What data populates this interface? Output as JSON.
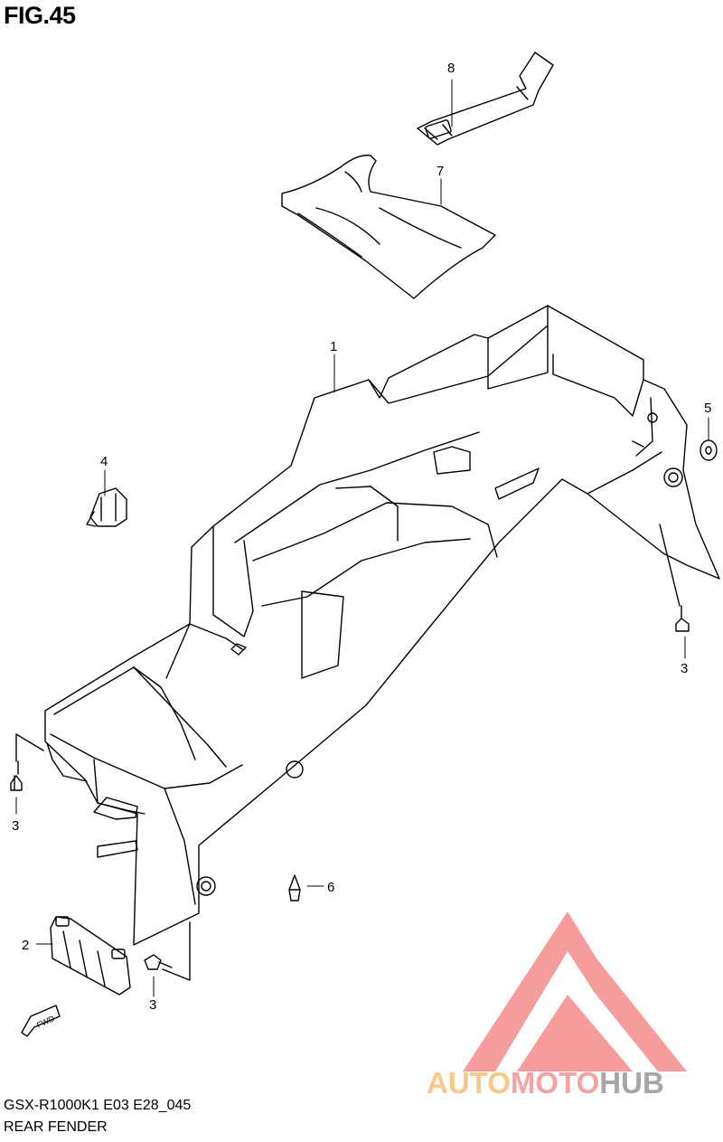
{
  "figure": {
    "title": "FIG.45"
  },
  "parts": [
    {
      "id": "1",
      "label": "1"
    },
    {
      "id": "2",
      "label": "2"
    },
    {
      "id": "3a",
      "label": "3"
    },
    {
      "id": "3b",
      "label": "3"
    },
    {
      "id": "3c",
      "label": "3"
    },
    {
      "id": "4",
      "label": "4"
    },
    {
      "id": "5",
      "label": "5"
    },
    {
      "id": "6",
      "label": "6"
    },
    {
      "id": "7",
      "label": "7"
    },
    {
      "id": "8",
      "label": "8"
    }
  ],
  "direction_tag": "FWD",
  "watermark": {
    "segments": [
      "AUTO",
      "MOTO",
      "HUB"
    ],
    "colors": {
      "auto": "#f6c98a",
      "moto": "#f4a3a3",
      "hub": "#a6a6a6",
      "mark": "#f48b8b"
    }
  },
  "footer": {
    "model_code": "GSX-R1000K1 E03 E28_045",
    "section_name": "REAR FENDER"
  }
}
